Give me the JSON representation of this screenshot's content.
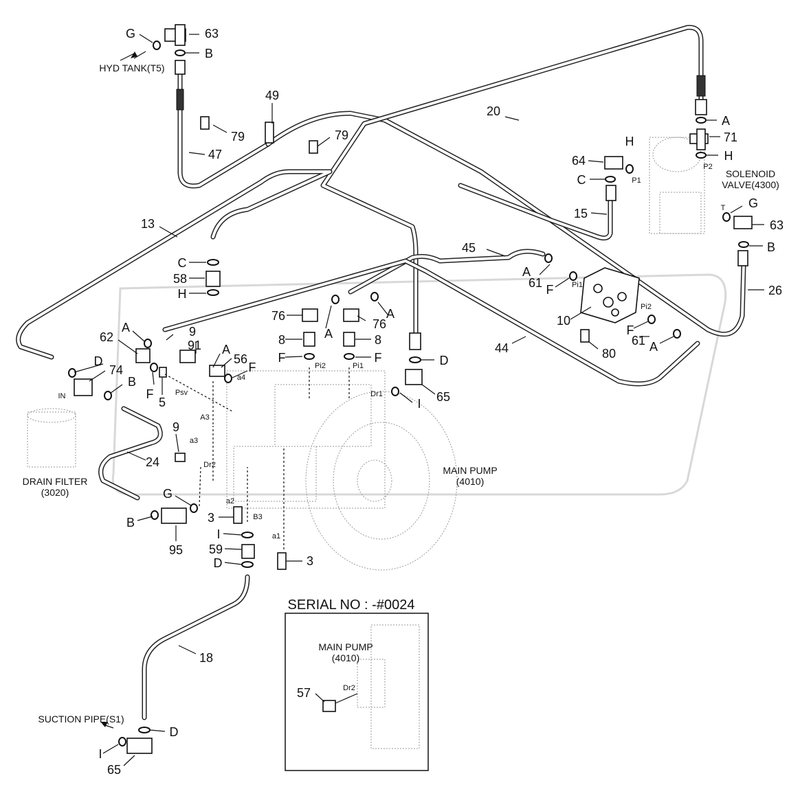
{
  "labels": {
    "hyd_tank": "HYD TANK(T5)",
    "solenoid_valve_1": "SOLENOID",
    "solenoid_valve_2": "VALVE(4300)",
    "main_pump_1": "MAIN PUMP",
    "main_pump_2": "(4010)",
    "drain_filter_1": "DRAIN FILTER",
    "drain_filter_2": "(3020)",
    "suction_pipe": "SUCTION PIPE(S1)",
    "inset_title": "SERIAL NO : -#0024",
    "inset_pump_1": "MAIN PUMP",
    "inset_pump_2": "(4010)"
  },
  "ports": {
    "p1": "P1",
    "p2": "P2",
    "t": "T",
    "pi1_a": "Pi1",
    "pi2_a": "Pi2",
    "pi2_b": "Pi2",
    "pi1_b": "Pi1",
    "dr1": "Dr1",
    "psv": "Psv",
    "a3": "A3",
    "a3_small": "a3",
    "a4": "a4",
    "dr2": "Dr2",
    "a2": "a2",
    "b3": "B3",
    "a1": "a1",
    "in": "IN",
    "dr2_inset": "Dr2"
  },
  "callouts": {
    "c63_top": "63",
    "cB_top": "B",
    "cG_top": "G",
    "c49": "49",
    "c79_a": "79",
    "c79_b": "79",
    "c47": "47",
    "c20": "20",
    "cA_r": "A",
    "c71": "71",
    "cH_r": "H",
    "cH_r2": "H",
    "c64": "64",
    "cC_r": "C",
    "c15": "15",
    "cG_r": "G",
    "c63_r": "63",
    "cB_r": "B",
    "c26": "26",
    "c13": "13",
    "cC_l": "C",
    "c58": "58",
    "cH_l": "H",
    "c45": "45",
    "cA_61": "A",
    "c61_a": "61",
    "cF_61": "F",
    "c10": "10",
    "c76_a": "76",
    "c76_b": "76",
    "cA_76": "A",
    "cA_76b": "A",
    "c8_a": "8",
    "c8_b": "8",
    "cF_8a": "F",
    "cF_8b": "F",
    "cD_65": "D",
    "c65": "65",
    "cI_65": "I",
    "c44": "44",
    "cF_61b": "F",
    "c61_b": "61",
    "cA_61b": "A",
    "c80": "80",
    "cA_62": "A",
    "c62": "62",
    "c9_a": "9",
    "c91": "91",
    "cA_56": "A",
    "c56": "56",
    "cF_56": "F",
    "cD_74": "D",
    "c74": "74",
    "cB_74": "B",
    "cF_5": "F",
    "c5": "5",
    "c9_b": "9",
    "c24": "24",
    "cG_95": "G",
    "cB_95": "B",
    "c95": "95",
    "c3_a": "3",
    "cI_59": "I",
    "c59": "59",
    "cD_59": "D",
    "c3_b": "3",
    "c18": "18",
    "cD_bot": "D",
    "cI_bot": "I",
    "c65_bot": "65",
    "c57": "57"
  }
}
